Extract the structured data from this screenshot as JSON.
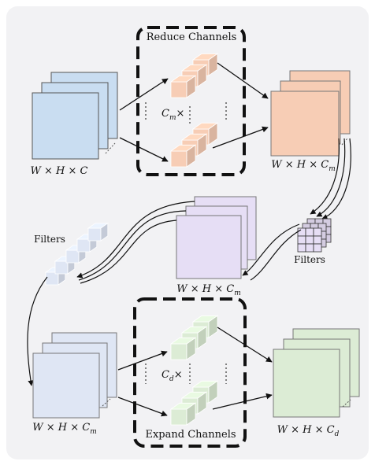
{
  "reduce": {
    "title": "Reduce Channels",
    "mult": "C",
    "mult_sub": "m",
    "mult_op": "×"
  },
  "expand": {
    "title": "Expand Channels",
    "mult": "C",
    "mult_sub": "d",
    "mult_op": "×"
  },
  "input_label": {
    "main": "W × H × C",
    "sub": ""
  },
  "reduced_label": {
    "main": "W × H × C",
    "sub": "m"
  },
  "filtered_label": {
    "main": "W × H × C",
    "sub": "m"
  },
  "mid_label": {
    "main": "W × H × C",
    "sub": "m"
  },
  "output_label": {
    "main": "W × H × C",
    "sub": "d"
  },
  "filters_left": "Filters",
  "filters_right": "Filters",
  "colors": {
    "blue": "#c9ddf1",
    "orange": "#f7cdb5",
    "purple": "#e6def5",
    "lightblue": "#dfe6f4",
    "green": "#dcecd5",
    "grey_bg": "#f2f2f4"
  }
}
